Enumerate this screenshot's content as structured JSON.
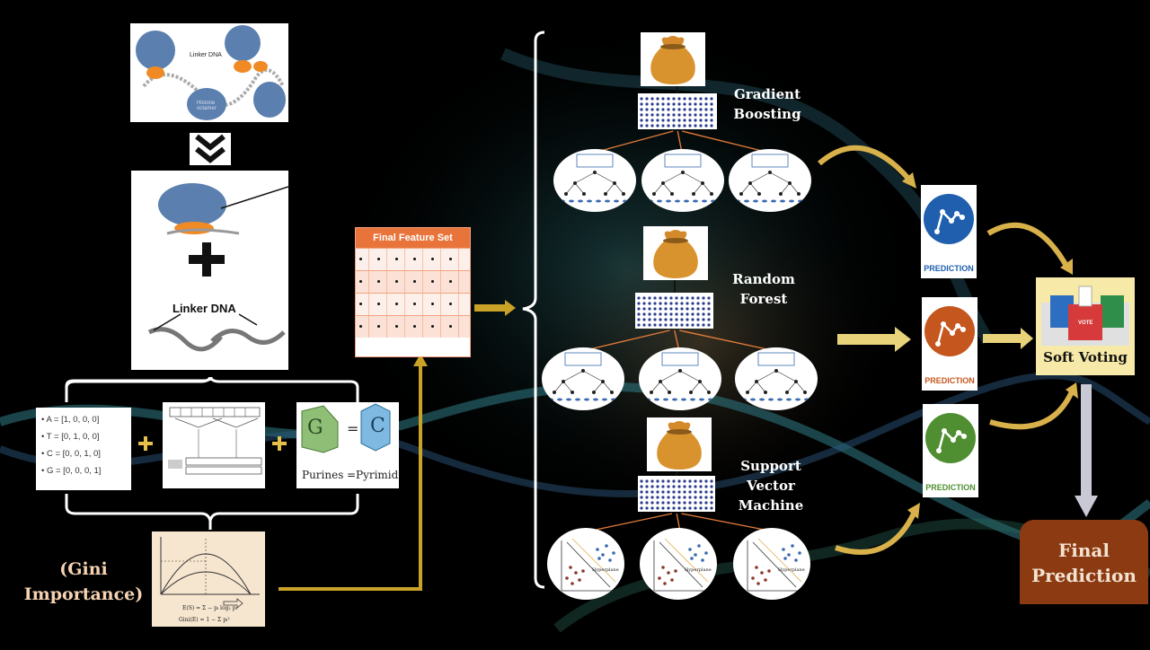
{
  "colors": {
    "background": "#000000",
    "accent_gold": "#e6c04a",
    "final_box": "#8b3a12",
    "prediction_blue": "#1f5fae",
    "prediction_orange": "#c4561e",
    "prediction_green": "#4f8f32",
    "feature_header": "#e8743b"
  },
  "left": {
    "linker_dna_small_label": "Linker DNA",
    "histone_label": "Histone octamer",
    "linker_dna_label": "Linker DNA",
    "one_hot": [
      "• A = [1, 0, 0, 0]",
      "• T = [0, 1, 0, 0]",
      "• C = [0, 0, 1, 0]",
      "• G = [0, 0, 0, 1]"
    ],
    "purine_letter": "G",
    "pyrimidine_letter": "C",
    "equals": "=",
    "purines_label": "Purines",
    "pyrimidine_label": "Pyrimidine",
    "gini_label_line1": "(Gini",
    "gini_label_line2": "Importance)",
    "formula1": "E(S) = Σ − pᵢ log₂ pᵢ",
    "formula2": "Gini(E) = 1 − Σ pᵢ²"
  },
  "feature_set": {
    "title": "Final Feature Set",
    "rows": 4,
    "cols": 6
  },
  "models": [
    {
      "name_line1": "Gradient",
      "name_line2": "Boosting",
      "name_line3": ""
    },
    {
      "name_line1": "Random",
      "name_line2": "Forest",
      "name_line3": ""
    },
    {
      "name_line1": "Support",
      "name_line2": "Vector",
      "name_line3": "Machine"
    }
  ],
  "predictions": [
    {
      "label": "PREDICTION",
      "color": "#1f5fae"
    },
    {
      "label": "PREDICTION",
      "color": "#c4561e"
    },
    {
      "label": "PREDICTION",
      "color": "#4f8f32"
    }
  ],
  "soft_voting": {
    "label": "Soft Voting",
    "vote_text": "VOTE"
  },
  "final": {
    "line1": "Final",
    "line2": "Prediction"
  },
  "svm_hyperplane_label": "Hyperplane"
}
